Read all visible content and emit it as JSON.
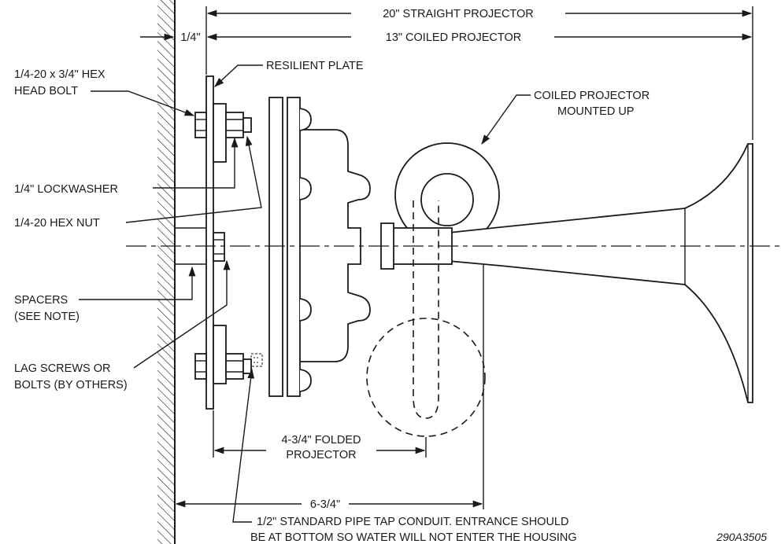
{
  "dimensions": {
    "straight_projector": "20\" STRAIGHT PROJECTOR",
    "coiled_projector": "13\" COILED PROJECTOR",
    "wall_gap": "1/4\"",
    "folded_projector_line1": "4-3/4\" FOLDED",
    "folded_projector_line2": "PROJECTOR",
    "overall_depth": "6-3/4\""
  },
  "callouts": {
    "resilient_plate": "RESILIENT PLATE",
    "hex_bolt_line1": "1/4-20 x 3/4\" HEX",
    "hex_bolt_line2": "HEAD BOLT",
    "lockwasher": "1/4\" LOCKWASHER",
    "hex_nut": "1/4-20 HEX NUT",
    "spacers_line1": "SPACERS",
    "spacers_line2": "(SEE NOTE)",
    "lag_screws_line1": "LAG SCREWS OR",
    "lag_screws_line2": "BOLTS (BY OTHERS)",
    "coiled_mounted_line1": "COILED PROJECTOR",
    "coiled_mounted_line2": "MOUNTED UP",
    "conduit_line1": "1/2\" STANDARD PIPE TAP CONDUIT. ENTRANCE SHOULD",
    "conduit_line2": "BE AT BOTTOM SO WATER WILL NOT ENTER THE HOUSING"
  },
  "drawing_number": "290A3505"
}
